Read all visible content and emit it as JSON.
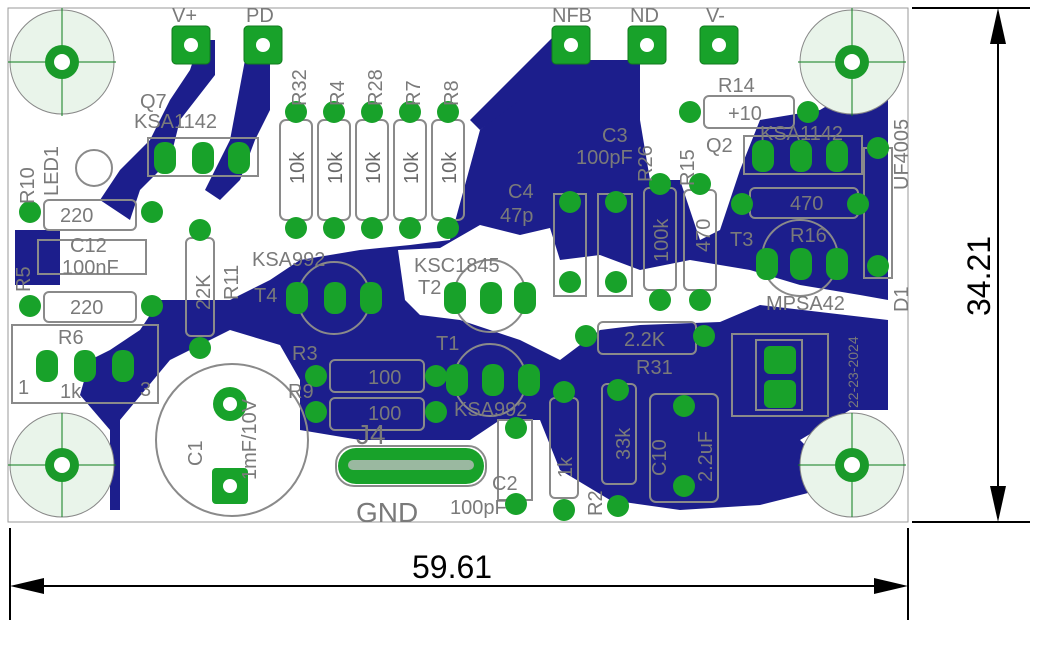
{
  "dimensions": {
    "width": "59.61",
    "height": "34.21"
  },
  "pads": {
    "v_plus": "V+",
    "pd": "PD",
    "nfb": "NFB",
    "nd": "ND",
    "v_minus": "V-"
  },
  "components": {
    "q7": "Q7",
    "ksa1142_left": "KSA1142",
    "led1": "LED1",
    "r10": "R10",
    "r10_val": "220",
    "c12": "C12",
    "c12_val": "100nF",
    "r5": "R5",
    "r5_val": "220",
    "r6": "R6",
    "r6_val": "1k",
    "pin1": "1",
    "pin3": "3",
    "r32": "R32",
    "r4": "R4",
    "r28": "R28",
    "r7": "R7",
    "r8": "R8",
    "r10k": "10k",
    "r11": "R11",
    "r11_val": "22K",
    "t4": "T4",
    "ksa992_t4": "KSA992",
    "ksc1845": "KSC1845",
    "t2": "T2",
    "t1": "T1",
    "ksa992_t1": "KSA992",
    "r3": "R3",
    "r3_val": "100",
    "r9": "R9",
    "r9_val": "100",
    "c1": "C1",
    "c1_val": "1mF/10V",
    "j4": "J4",
    "gnd": "GND",
    "c2": "C2",
    "c2_val": "100pF",
    "c3": "C3",
    "c3_val": "100pF",
    "c4": "C4",
    "c4_val": "47p",
    "r26": "R26",
    "r26_val": "100k",
    "r15": "R15",
    "r15_val": "470",
    "r14": "R14",
    "r14_val": "+10",
    "q2": "Q2",
    "ksa1142_right": "KSA1142",
    "t3": "T3",
    "r16": "R16",
    "r16_val": "470",
    "mpsa42": "MPSA42",
    "uf4005": "UF4005",
    "d1": "D1",
    "r31": "R31",
    "r31_val": "2.2K",
    "r2": "R2",
    "r2_val": "1k",
    "r33k": "33k",
    "c10": "C10",
    "c10_val": "2.2uF",
    "date": "22-23-2024"
  }
}
